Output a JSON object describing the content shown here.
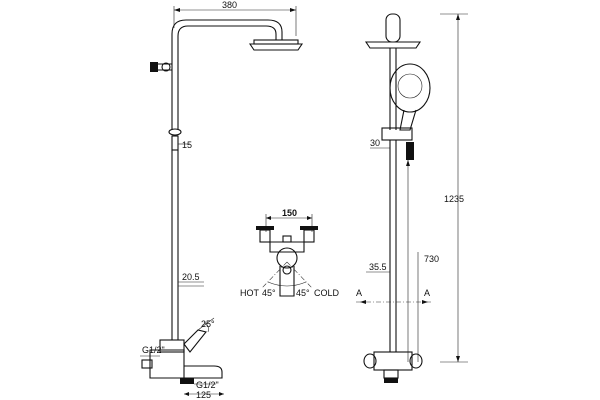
{
  "dimensions": {
    "width_arm": "380",
    "bar_dia": "15",
    "pipe_dia": "20.5",
    "lever_angle": "25°",
    "inlet_thread": "G1/2\"",
    "outlet_thread": "G1/2\"",
    "spout_length": "125",
    "bracket_offset": "30",
    "total_height": "1235",
    "center_height": "730",
    "pipe_dia_side": "35.5",
    "inlet_spacing": "150",
    "angle_left": "45°",
    "angle_right": "45°"
  },
  "labels": {
    "hot": "HOT",
    "cold": "COLD",
    "section_a_left": "A",
    "section_a_right": "A"
  }
}
